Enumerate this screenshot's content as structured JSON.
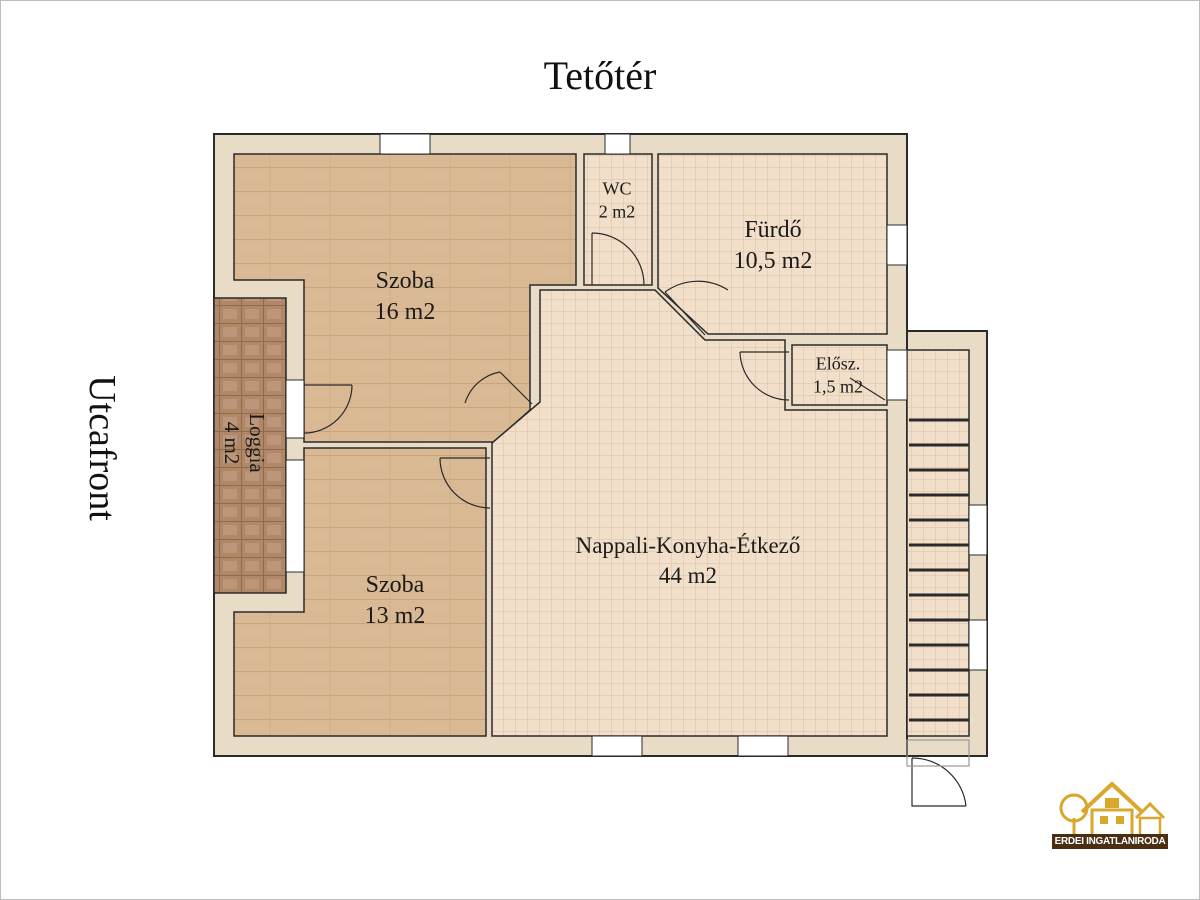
{
  "title": "Tetőtér",
  "side_label": "Utcafront",
  "rooms": {
    "szoba_top": {
      "name": "Szoba",
      "area": "16 m2"
    },
    "szoba_bottom": {
      "name": "Szoba",
      "area": "13 m2"
    },
    "wc": {
      "name": "WC",
      "area": "2 m2"
    },
    "furdo": {
      "name": "Fürdő",
      "area": "10,5 m2"
    },
    "eloszoba": {
      "name": "Elősz.",
      "area": "1,5 m2"
    },
    "nappali": {
      "name": "Nappali-Konyha-Étkező",
      "area": "44 m2"
    },
    "loggia": {
      "name": "Loggia",
      "area": "4 m2"
    }
  },
  "logo": {
    "text": "ERDEI INGATLANIRODA"
  },
  "colors": {
    "wall": "#e8dcc6",
    "wall_outline": "#2a2a2a",
    "wood_floor": "#d9b994",
    "tile_floor": "#f0dcc6",
    "loggia_floor": "#b08868",
    "logo_gold": "#d8a72c",
    "logo_brown": "#4a2e12"
  }
}
